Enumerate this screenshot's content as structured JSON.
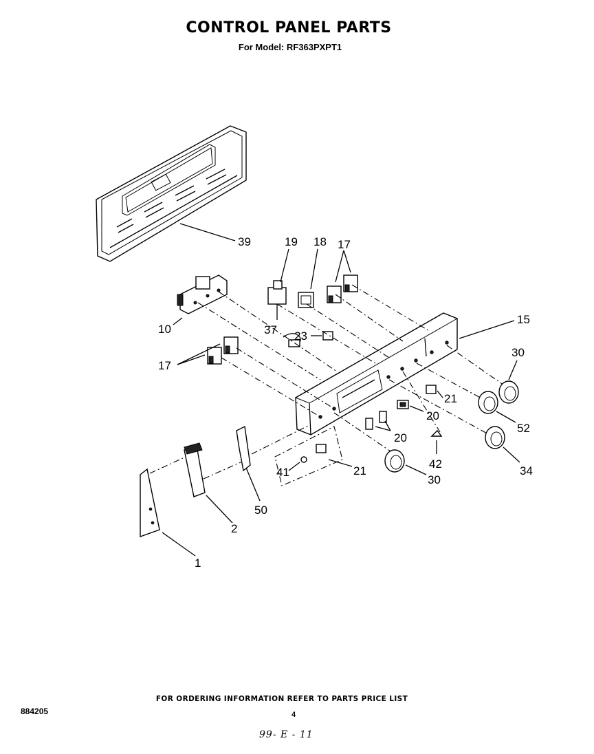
{
  "header": {
    "title": "CONTROL PANEL PARTS",
    "subtitle": "For Model: RF363PXPT1"
  },
  "footer": {
    "ordering_note": "FOR ORDERING INFORMATION REFER TO PARTS PRICE LIST",
    "document_number": "884205",
    "page_number": "4",
    "handwritten_mark": "99- E - 11"
  },
  "callouts": {
    "c1": "1",
    "c2": "2",
    "c10": "10",
    "c15": "15",
    "c17_left": "17",
    "c17_top": "17",
    "c18": "18",
    "c19": "19",
    "c20_upper": "20",
    "c20_lower": "20",
    "c21_upper": "21",
    "c21_lower": "21",
    "c23": "23",
    "c30_right": "30",
    "c30_lower": "30",
    "c34": "34",
    "c37": "37",
    "c39": "39",
    "c41": "41",
    "c42": "42",
    "c50": "50",
    "c52": "52"
  }
}
